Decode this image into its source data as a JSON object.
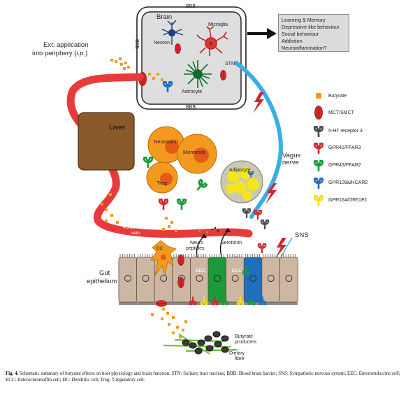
{
  "diagram": {
    "brain": {
      "bbb_top": "BBB",
      "bbb_left": "BBB",
      "bbb_bottom": "BBB",
      "title": "Brain",
      "neuron": "Neuron",
      "microglia": "Microglia",
      "astrocyte": "Astrocyte",
      "stn": "STN"
    },
    "outcomes": [
      "Learning & Memory",
      "Depressive-like behaviour",
      "Social behaviour",
      "Addiction",
      "Neuroinflammation?"
    ],
    "ext_application": {
      "line1": "Ext. application",
      "line2_prefix": "into periphery (",
      "line2_italic": "i.p.",
      "line2_suffix": ")"
    },
    "liver": "Liver",
    "immune": {
      "neutrophil": "Neutrophil",
      "monocyte": "Monocyte",
      "treg": "Treg"
    },
    "adipocyte": "Adipocyte",
    "vagus": {
      "line1": "Vagus",
      "line2": "nerve"
    },
    "portal_vein": {
      "line1": "Portal",
      "line2": "vein"
    },
    "neuropeptides": {
      "line1": "Neuro",
      "line2": "peptides"
    },
    "serotonin": "Serotonin",
    "sns": "SNS",
    "dc": "DC",
    "eec": "EEC",
    "ecc": "ECC",
    "gut": {
      "line1": "Gut",
      "line2": "epithelium"
    },
    "butyrate_producers": {
      "line1": "Butyrate",
      "line2": "producers"
    },
    "dietary_fibre": {
      "line1": "Dietary",
      "line2": "fibre"
    }
  },
  "legend": [
    {
      "label": "Butyrate",
      "icon": "butyrate-square-icon",
      "color": "#f39a1e"
    },
    {
      "label": "MCT/SMCT",
      "icon": "transporter-icon",
      "color": "#d7262b"
    },
    {
      "label": "5-HT receptor 3",
      "icon": "receptor-icon",
      "color": "#4d4d4d"
    },
    {
      "label": "GPR41/FFAR3",
      "icon": "receptor-icon",
      "color": "#cc2a2f"
    },
    {
      "label": "GPR43/FFAR2",
      "icon": "receptor-icon",
      "color": "#1a9a3a"
    },
    {
      "label": "GPR109a/HCAR2",
      "icon": "receptor-icon",
      "color": "#1f6fc0"
    },
    {
      "label": "GPR164/OR51E1",
      "icon": "receptor-icon",
      "color": "#f1e21b"
    }
  ],
  "caption": {
    "fig": "Fig. 4.",
    "text": "Schematic summary of butyrate effects on host physiology and brain function. STN: Solitary tract nucleus; BBB: Blood brain barrier; SNS: Sympathetic nervous system; EEC: Enteroendocrine cell; ECC: Enterochromaffin cell; DC: Dendritic cell; Treg: T-regulatory cell."
  }
}
